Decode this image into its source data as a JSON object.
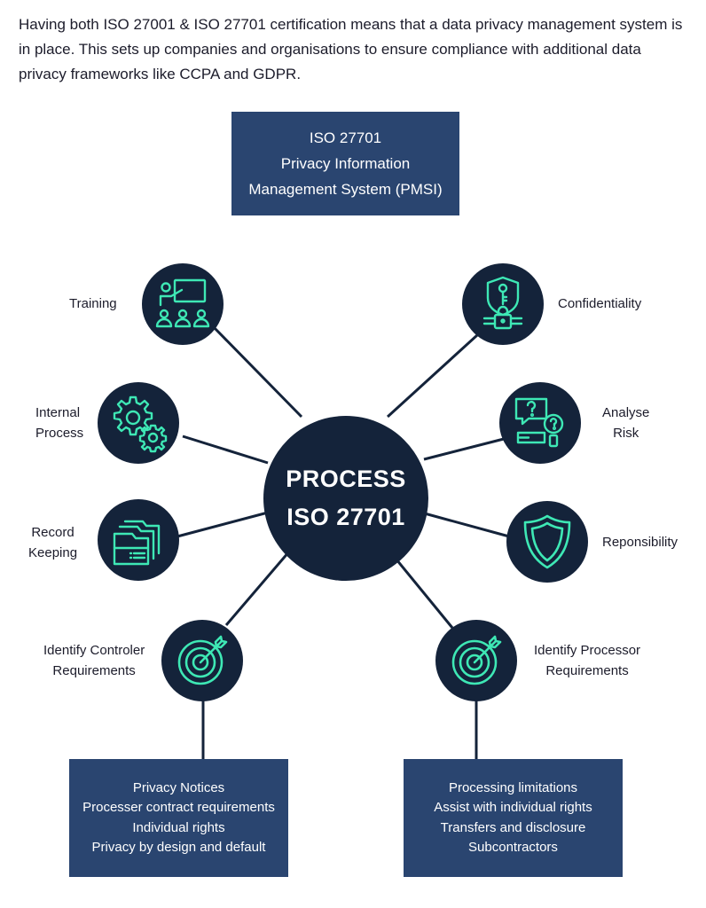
{
  "intro": "Having both ISO 27001 & ISO 27701 certification means that a data privacy management system is in place. This sets up companies and organisations to ensure compliance with additional data privacy frameworks like CCPA and GDPR.",
  "top_box": [
    "ISO 27701",
    "Privacy Information",
    "Management System (PMSI)"
  ],
  "hub": [
    "PROCESS",
    "ISO 27701"
  ],
  "nodes": {
    "training": {
      "label": [
        "Training"
      ],
      "icon": "training-presentation-icon"
    },
    "confidentiality": {
      "label": [
        "Confidentiality"
      ],
      "icon": "shield-key-lock-icon"
    },
    "internal_process": {
      "label": [
        "Internal",
        "Process"
      ],
      "icon": "gears-icon"
    },
    "analyse_risk": {
      "label": [
        "Analyse",
        "Risk"
      ],
      "icon": "question-magnifier-icon"
    },
    "record_keeping": {
      "label": [
        "Record",
        "Keeping"
      ],
      "icon": "folder-icon"
    },
    "responsibility": {
      "label": [
        "Reponsibility"
      ],
      "icon": "shield-icon"
    },
    "controller": {
      "label": [
        "Identify Controler",
        "Requirements"
      ],
      "icon": "target-arrow-icon"
    },
    "processor": {
      "label": [
        "Identify Processor",
        "Requirements"
      ],
      "icon": "target-arrow-icon"
    }
  },
  "controller_box": [
    "Privacy Notices",
    "Processer contract requirements",
    "Individual rights",
    "Privacy by design and default"
  ],
  "processor_box": [
    "Processing limitations",
    "Assist with individual rights",
    "Transfers and disclosure",
    "Subcontractors"
  ],
  "colors": {
    "box": "#2a4570",
    "circle": "#14233a",
    "icon": "#3ee8b5",
    "line": "#14233a",
    "text": "#1c1c2b"
  }
}
